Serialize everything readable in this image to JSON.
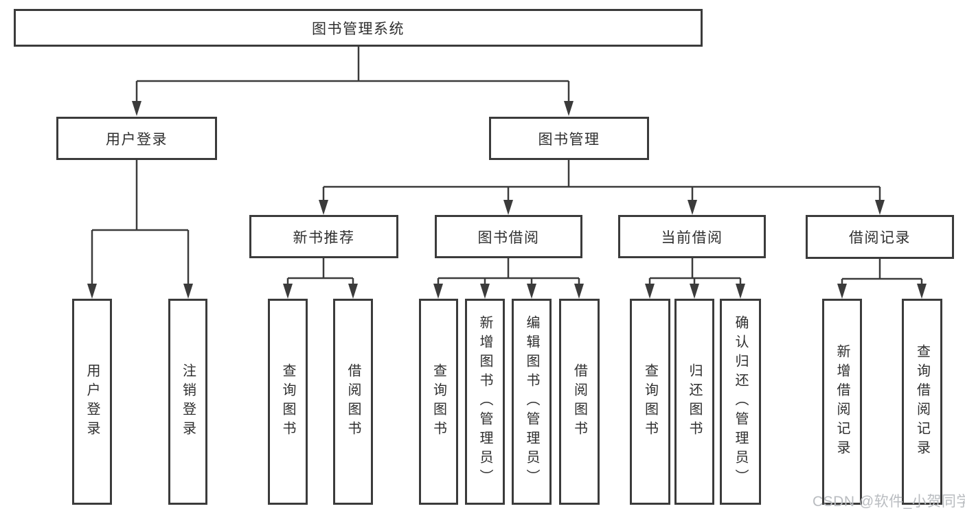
{
  "diagram": {
    "root": {
      "label": "图书管理系统"
    },
    "level1": [
      {
        "label": "用户登录"
      },
      {
        "label": "图书管理"
      }
    ],
    "level2": [
      {
        "label": "新书推荐"
      },
      {
        "label": "图书借阅"
      },
      {
        "label": "当前借阅"
      },
      {
        "label": "借阅记录"
      }
    ],
    "leaves": {
      "user_login": [
        "用户登录",
        "注销登录"
      ],
      "new_books": [
        "查询图书",
        "借阅图书"
      ],
      "borrowing": [
        "查询图书",
        "新增图书（管理员）",
        "编辑图书（管理员）",
        "借阅图书"
      ],
      "current": [
        "查询图书",
        "归还图书",
        "确认归还（管理员）"
      ],
      "records": [
        "新增借阅记录",
        "查询借阅记录"
      ]
    }
  },
  "watermark": {
    "text": "CSDN @软件_小贺同学"
  },
  "colors": {
    "line": "#3b3b3b",
    "box_border": "#3b3b3b",
    "text": "#2f2f2f",
    "watermark": "#b9bcc0",
    "background": "#ffffff"
  }
}
